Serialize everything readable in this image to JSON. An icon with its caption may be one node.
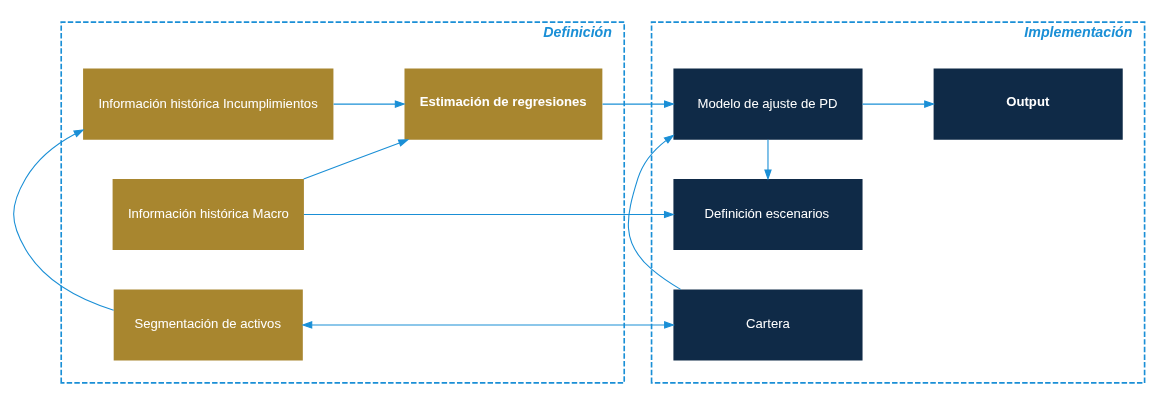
{
  "diagram": {
    "nodes": [
      {
        "text": [
          "Definición"
        ]
      },
      {
        "text": [
          "Información histórica Macro"
        ],
        "in": 0
      },
      {
        "text": [
          "Información histórica Incumplimientos"
        ],
        "in": 0
      },
      {
        "text": [
          "Estimación de regresiones"
        ],
        "in": 0
      },
      {
        "text": [
          "Segmentación de activos"
        ],
        "in": 0
      },
      {
        "text": [
          "Implementación"
        ]
      },
      {
        "text": [
          "Definición escenarios"
        ],
        "in": 5
      },
      {
        "text": [
          "Modelo de ajuste de PD"
        ],
        "in": 5
      },
      {
        "text": [
          "Output"
        ],
        "in": 5
      },
      {
        "text": [
          "Cartera"
        ],
        "in": 5
      }
    ],
    "edges": [
      {
        "from": 1,
        "to": 6,
        "arrow": "to"
      },
      {
        "from": 1,
        "to": 3,
        "arrow": "to"
      },
      {
        "from": 2,
        "to": 3,
        "arrow": "to"
      },
      {
        "from": 4,
        "to": 2,
        "arrow": "to"
      },
      {
        "from": 3,
        "to": 7,
        "arrow": "to"
      },
      {
        "from": 7,
        "to": 6,
        "arrow": "to"
      },
      {
        "from": 7,
        "to": 8,
        "arrow": "to"
      },
      {
        "from": 9,
        "to": 7,
        "arrow": "to"
      },
      {
        "from": 4,
        "to": 9,
        "arrow": "both"
      }
    ]
  }
}
